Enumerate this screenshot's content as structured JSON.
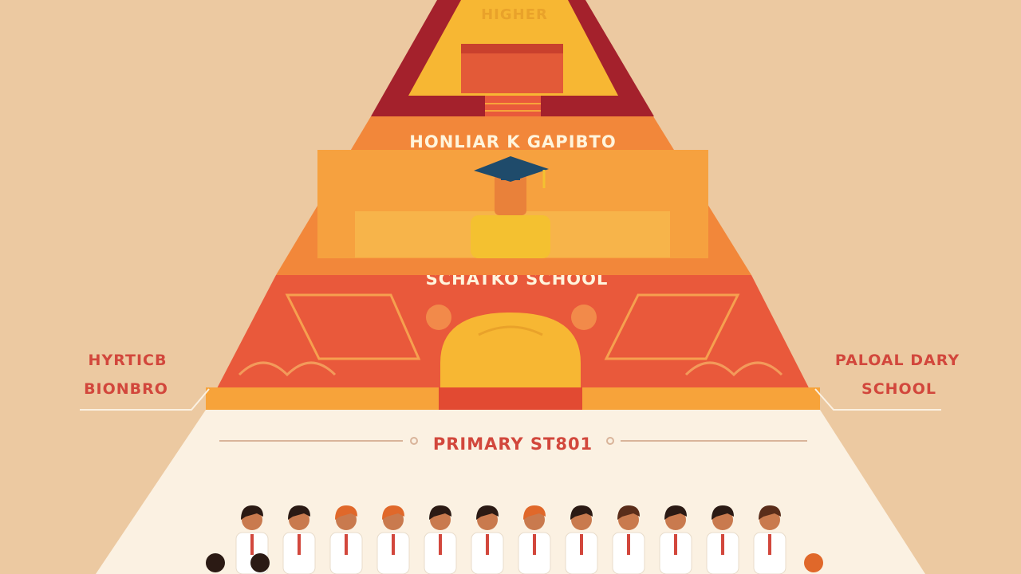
{
  "pyramid": {
    "top_label": "HIGHER",
    "tier2_label": "HONLIAR K GAPIBTO",
    "tier3_label": "SCHATKO SCHOOL",
    "base_label": "PRIMARY ST801"
  },
  "side_labels": {
    "left_line1": "HYRTICB",
    "left_line2": "BIONBRO",
    "right_line1": "PALOAL DARY",
    "right_line2": "SCHOOL"
  },
  "colors": {
    "background": "#ecc9a1",
    "top_frame": "#a4212c",
    "top_fill": "#f7b733",
    "tier2": "#f2873a",
    "tier3": "#e9593b",
    "base": "#fbf1e2",
    "label_red": "#d2473c",
    "label_light": "#fff4dc"
  },
  "icons": {
    "top": "podium-icon",
    "tier2": "graduate-icon",
    "tier3": "arch-icon",
    "base": "students-icon"
  },
  "students_count": 12
}
